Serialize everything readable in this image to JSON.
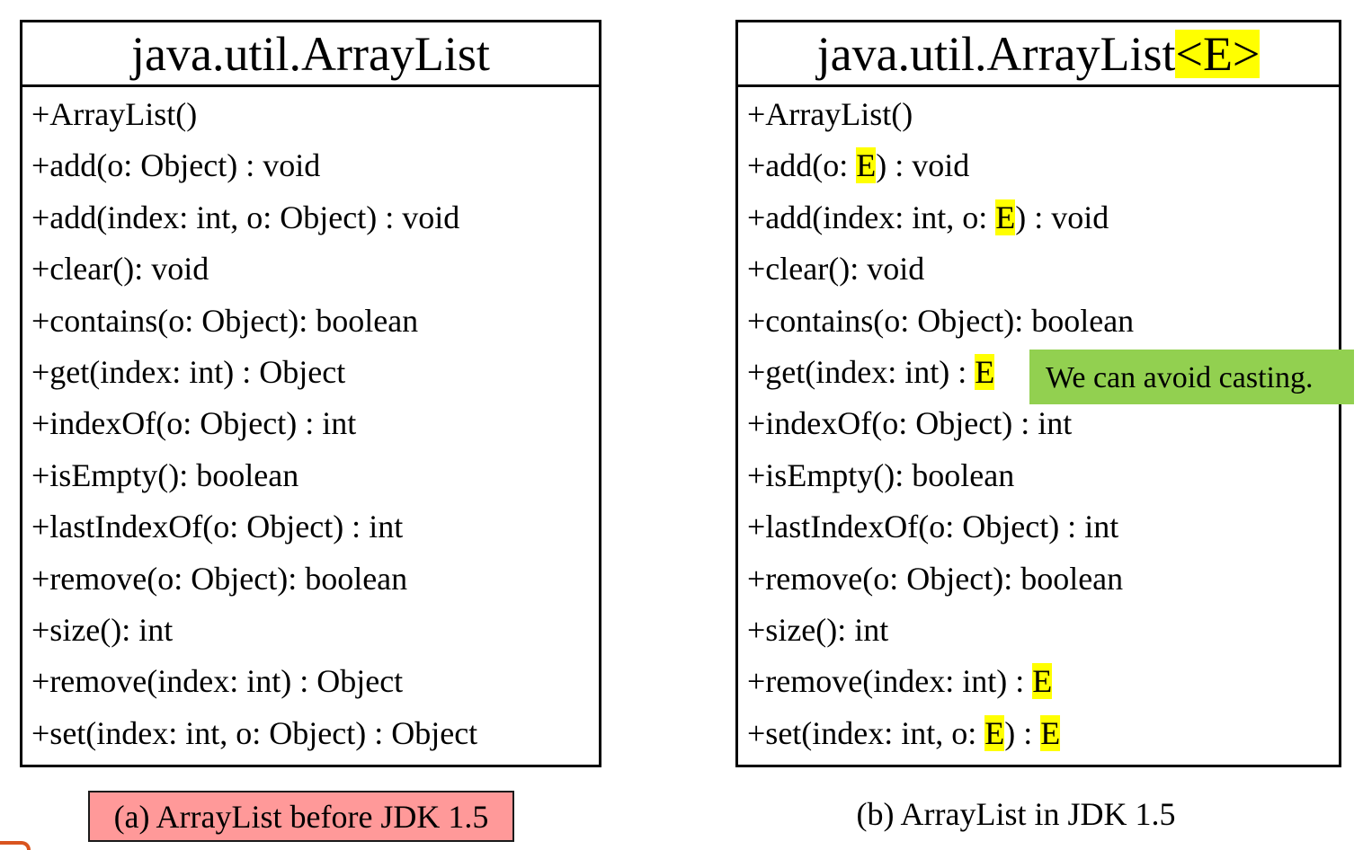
{
  "left_class": {
    "title": "java.util.ArrayList",
    "methods": [
      "+ArrayList()",
      "+add(o: Object) : void",
      "+add(index: int, o: Object) : void",
      "+clear(): void",
      "+contains(o: Object): boolean",
      "+get(index: int) : Object",
      "+indexOf(o: Object) : int",
      "+isEmpty(): boolean",
      "+lastIndexOf(o: Object) : int",
      "+remove(o: Object): boolean",
      "+size(): int",
      "+remove(index: int) : Object",
      "+set(index: int, o: Object) : Object"
    ]
  },
  "right_class": {
    "title_name": "java.util.ArrayList",
    "title_type_param": "<E>",
    "type_param": "E",
    "methods": {
      "m0": "+ArrayList()",
      "m1_a": "+add(o: ",
      "m1_b": ") : void",
      "m2_a": "+add(index: int, o: ",
      "m2_b": ") : void",
      "m3": "+clear(): void",
      "m4": "+contains(o: Object): boolean",
      "m5_a": "+get(index: int) : ",
      "m6": "+indexOf(o: Object) : int",
      "m7": "+isEmpty(): boolean",
      "m8": "+lastIndexOf(o: Object) : int",
      "m9": "+remove(o: Object): boolean",
      "m10": "+size(): int",
      "m11_a": "+remove(index: int) : ",
      "m12_a": "+set(index: int, o: ",
      "m12_b": ") : "
    }
  },
  "callout": "We can avoid casting.",
  "captions": {
    "a": "(a) ArrayList before JDK 1.5",
    "b": "(b) ArrayList in JDK 1.5"
  },
  "colors": {
    "highlight": "#ffff00",
    "callout_bg": "#92d050",
    "caption_a_bg": "#ff9999"
  }
}
